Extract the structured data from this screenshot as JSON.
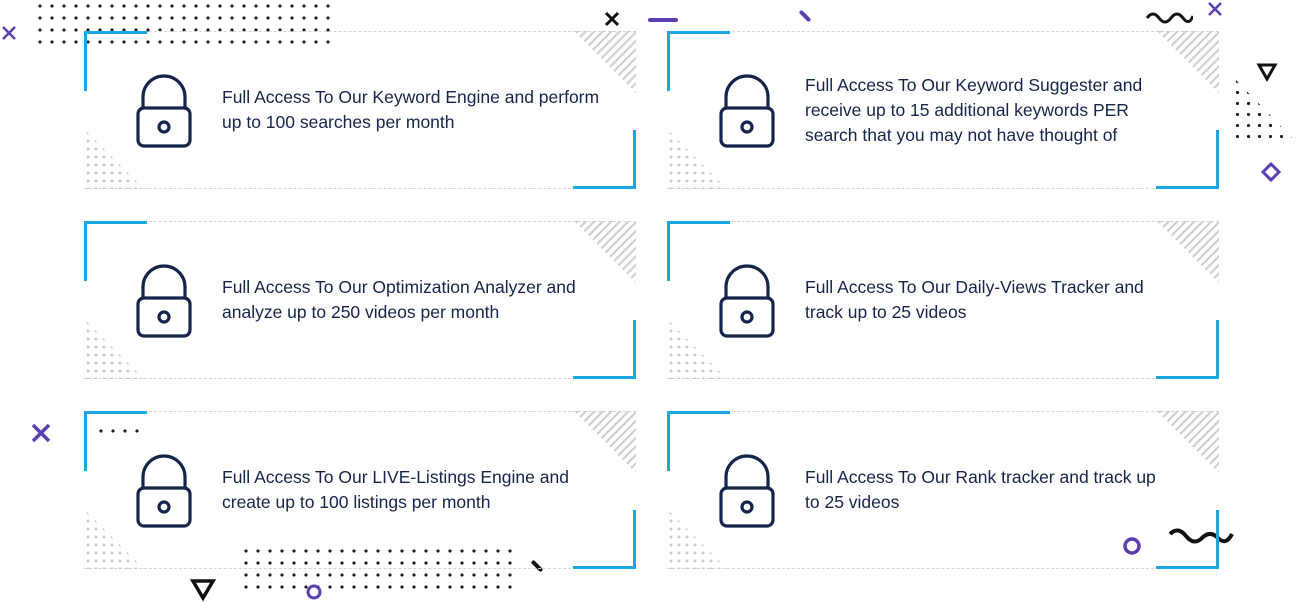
{
  "features": [
    {
      "text": "Full Access To Our Keyword Engine and perform up to 100 searches per month",
      "icon": "lock-icon"
    },
    {
      "text": "Full Access To Our Keyword Suggester and receive up to 15 additional keywords PER search that you may not have thought of",
      "icon": "lock-icon"
    },
    {
      "text": "Full Access To Our Optimization Analyzer and analyze up to 250 videos per month",
      "icon": "lock-icon"
    },
    {
      "text": "Full Access To Our Daily-Views Tracker and track up to 25 videos",
      "icon": "lock-icon"
    },
    {
      "text": "Full Access To Our LIVE-Listings Engine and create up to 100 listings per month",
      "icon": "lock-icon"
    },
    {
      "text": "Full Access To Our Rank tracker and track up to 25 videos",
      "icon": "lock-icon"
    }
  ],
  "colors": {
    "accent": "#1ba8e2",
    "icon": "#15244a",
    "decor_purple": "#5b3fb0",
    "text": "#15244a"
  }
}
